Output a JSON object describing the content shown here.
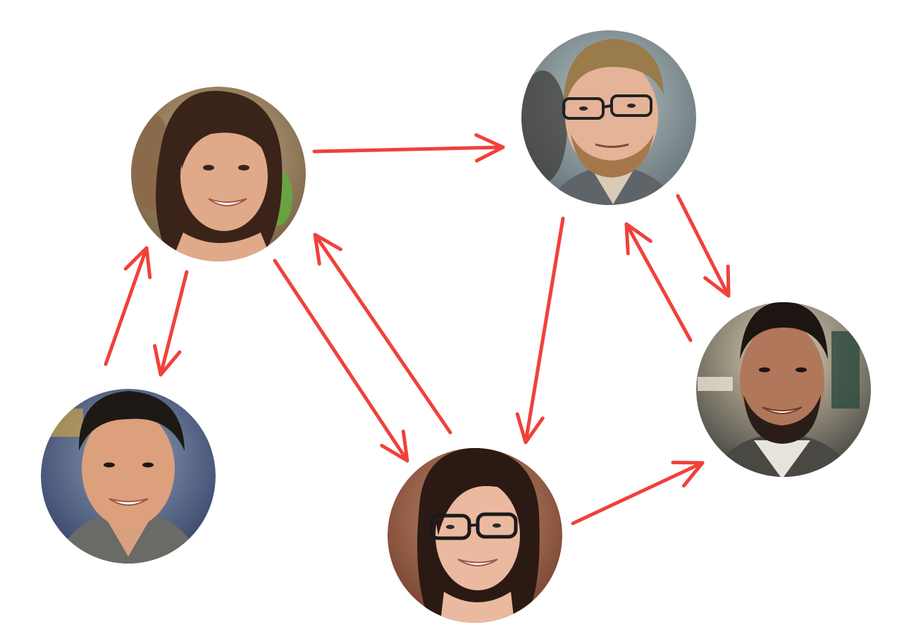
{
  "colors": {
    "background": "#ffffff",
    "arrow": "#f0413a"
  },
  "nodes": [
    {
      "id": "woman-dark-hair",
      "description_icon": "person-portrait"
    },
    {
      "id": "man-glasses-blond",
      "description_icon": "person-portrait"
    },
    {
      "id": "man-young-left",
      "description_icon": "person-portrait"
    },
    {
      "id": "woman-glasses",
      "description_icon": "person-portrait"
    },
    {
      "id": "man-beard-right",
      "description_icon": "person-portrait"
    }
  ],
  "edges": [
    {
      "from": "woman-dark-hair",
      "to": "man-glasses-blond"
    },
    {
      "from": "man-young-left",
      "to": "woman-dark-hair"
    },
    {
      "from": "woman-dark-hair",
      "to": "man-young-left"
    },
    {
      "from": "woman-dark-hair",
      "to": "woman-glasses"
    },
    {
      "from": "woman-glasses",
      "to": "woman-dark-hair"
    },
    {
      "from": "man-glasses-blond",
      "to": "woman-glasses"
    },
    {
      "from": "man-glasses-blond",
      "to": "man-beard-right"
    },
    {
      "from": "man-beard-right",
      "to": "man-glasses-blond"
    },
    {
      "from": "woman-glasses",
      "to": "man-beard-right"
    }
  ]
}
